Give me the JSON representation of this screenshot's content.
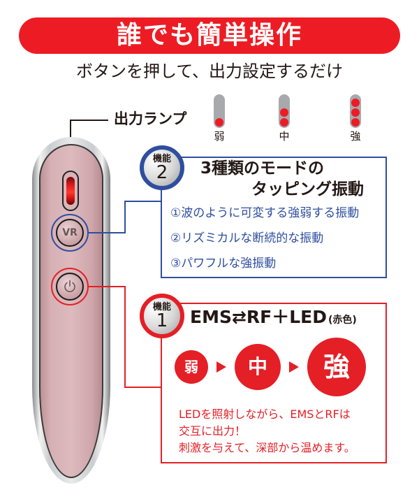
{
  "banner": {
    "title": "誰でも簡単操作",
    "color": "#ED1C24"
  },
  "subtitle": "ボタンを押して、出力設定するだけ",
  "output_lamp": {
    "label": "出力ランプ",
    "levels": [
      {
        "label": "弱",
        "lit": 1
      },
      {
        "label": "中",
        "lit": 2
      },
      {
        "label": "強",
        "lit": 3
      }
    ]
  },
  "device": {
    "vr_button_label": "VR",
    "power_button_icon": "power-icon"
  },
  "feature2": {
    "badge_top": "機能",
    "badge_num": "2",
    "title_line1": "3種類のモードの",
    "title_line2": "タッピング振動",
    "items": [
      "①波のように可変する強弱する振動",
      "②リズミカルな断続的な振動",
      "③パワフルな強振動"
    ],
    "color": "#2E4E9E"
  },
  "feature1": {
    "badge_top": "機能",
    "badge_num": "1",
    "title_main": "EMS⇄RF＋LED",
    "title_sub": "(赤色)",
    "steps": [
      "弱",
      "中",
      "強"
    ],
    "description": [
      "LEDを照射しながら、EMSとRFは",
      "交互に出力！",
      "刺激を与えて、深部から温めます。"
    ],
    "color": "#E41F26"
  }
}
